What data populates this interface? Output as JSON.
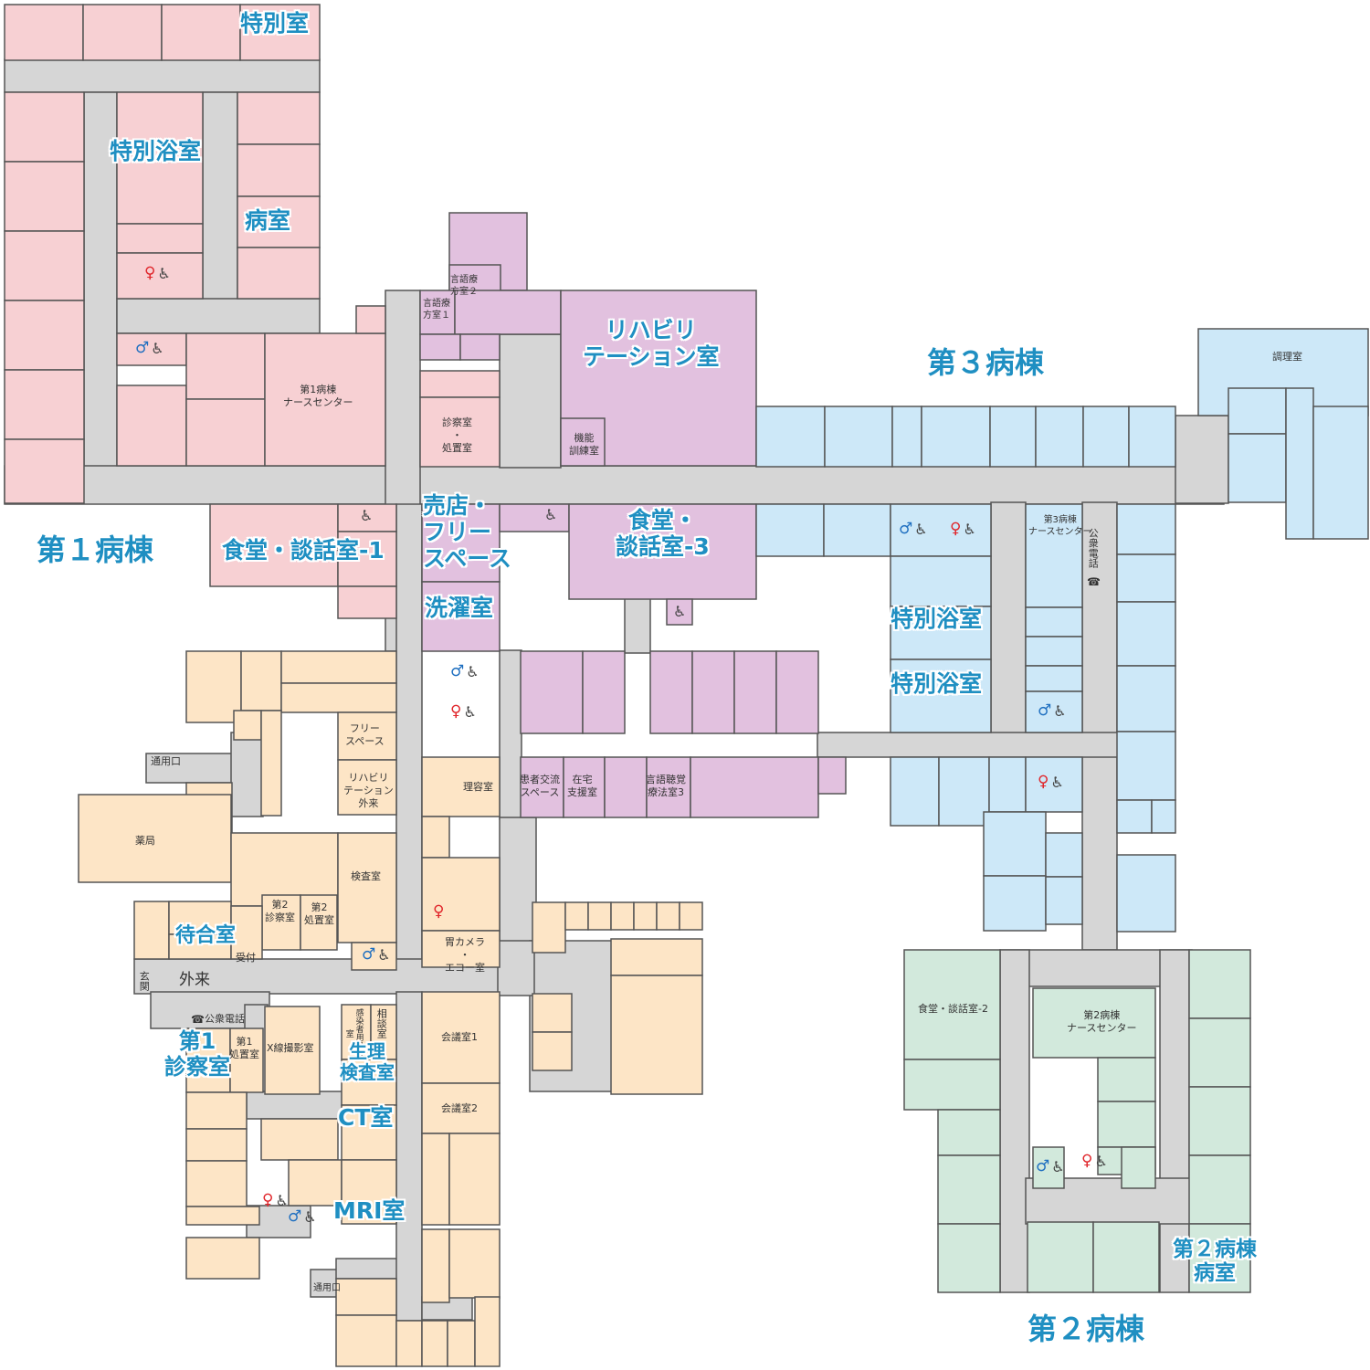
{
  "map": {
    "colors": {
      "ward1": "#f7d0d3",
      "ward2": "#d2e9dc",
      "ward3": "#cde8f8",
      "rehab": "#e2c1df",
      "outpatient": "#fde5c6",
      "corridor": "#d6d6d6",
      "wall": "#555555",
      "label": "#1f8fc2"
    },
    "wards": {
      "ward1": "第１病棟",
      "ward2": "第２病棟",
      "ward3": "第３病棟"
    },
    "labels": {
      "special_room_top": "特別室",
      "special_bath_w1": "特別浴室",
      "ward_room_w1": "病室",
      "ns1": "第1病棟\nナースセンター",
      "dining1": "食堂・談話室-1",
      "st2": "言語療\n方室２",
      "st1": "言語療\n方室１",
      "exam_treat": "診察室\n・\n処置室",
      "rehab": "リハビリ\nテーション室",
      "training": "機能\n訓練室",
      "shop": "売店・\nフリー\nスペース",
      "laundry": "洗濯室",
      "dining3": "食堂・\n談話室-3",
      "kitchen": "調理室",
      "ns3": "第3病棟\nナースセンター",
      "pubphone_vert": "公衆電話",
      "special_bath_w3_a": "特別浴室",
      "special_bath_w3_b": "特別浴室",
      "free_space": "フリー\nスペース",
      "rehab_outpatient": "リハビリ\nテーション\n外来",
      "service_entrance_1": "通用口",
      "barber": "理容室",
      "patient_lounge": "患者交流\nスペース",
      "home_support": "在宅\n支援室",
      "st3": "言語聴覚\n療法室3",
      "pharmacy": "薬局",
      "lab": "検査室",
      "exam2": "第2\n診察室",
      "treat2": "第2\n処置室",
      "waiting": "待合室",
      "reception": "受付",
      "entrance": "玄関",
      "outpatient": "外来",
      "gastro": "胃カメラ\n・\nエコー室",
      "pubphone": "公衆電話",
      "exam1": "第1\n診察室",
      "treat1": "第1\n処置室",
      "xray": "X線撮影室",
      "infection": "感染者用処置室",
      "consult": "相談室",
      "physio": "生理\n検査室",
      "ct": "CT室",
      "mri": "MRI室",
      "meeting1": "会議室1",
      "meeting2": "会議室2",
      "service_entrance_2": "通用口",
      "dining2": "食堂・談話室-2",
      "ns2": "第2病棟\nナースセンター",
      "ward2_rooms": "第２病棟\n病室"
    },
    "icons": {
      "male": "♂",
      "female": "♀",
      "wheelchair": "♿",
      "phone": "☎"
    }
  }
}
